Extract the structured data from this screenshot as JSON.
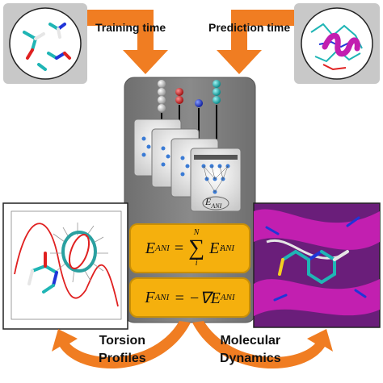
{
  "labels": {
    "training": "Training time",
    "prediction": "Prediction time",
    "torsion_line1": "Torsion",
    "torsion_line2": "Profiles",
    "md_line1": "Molecular",
    "md_line2": "Dynamics"
  },
  "network_label": "E",
  "network_label_sub": "ANI",
  "equations": {
    "energy_lhs": "E",
    "energy_sub": "ANI",
    "equals": "=",
    "sum_top": "N",
    "sum_bottom": "i",
    "term": "E",
    "term_sup": "i",
    "term_sub": "ANI",
    "force_lhs": "F",
    "force_sub": "ANI",
    "force_rhs": "= −∇E",
    "force_rhs_sub": "ANI"
  },
  "colors": {
    "arrow": "#f07d22",
    "panel": "#7f7f7f",
    "equation_box": "#f5b00d",
    "molecule_bg": "#c8c8c8",
    "protein": "#c21fb0",
    "carbon": "#1fb5b5",
    "hydrogen": "#e6e6e6",
    "oxygen": "#e02020",
    "nitrogen": "#2035d8"
  }
}
